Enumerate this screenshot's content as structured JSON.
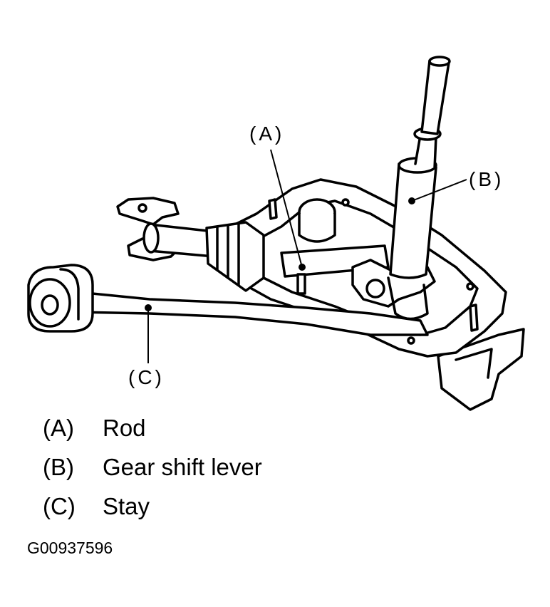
{
  "callouts": {
    "a": "(A)",
    "b": "(B)",
    "c": "(C)"
  },
  "legend": [
    {
      "key": "(A)",
      "label": "Rod"
    },
    {
      "key": "(B)",
      "label": "Gear shift lever"
    },
    {
      "key": "(C)",
      "label": "Stay"
    }
  ],
  "figure_id": "G00937596"
}
